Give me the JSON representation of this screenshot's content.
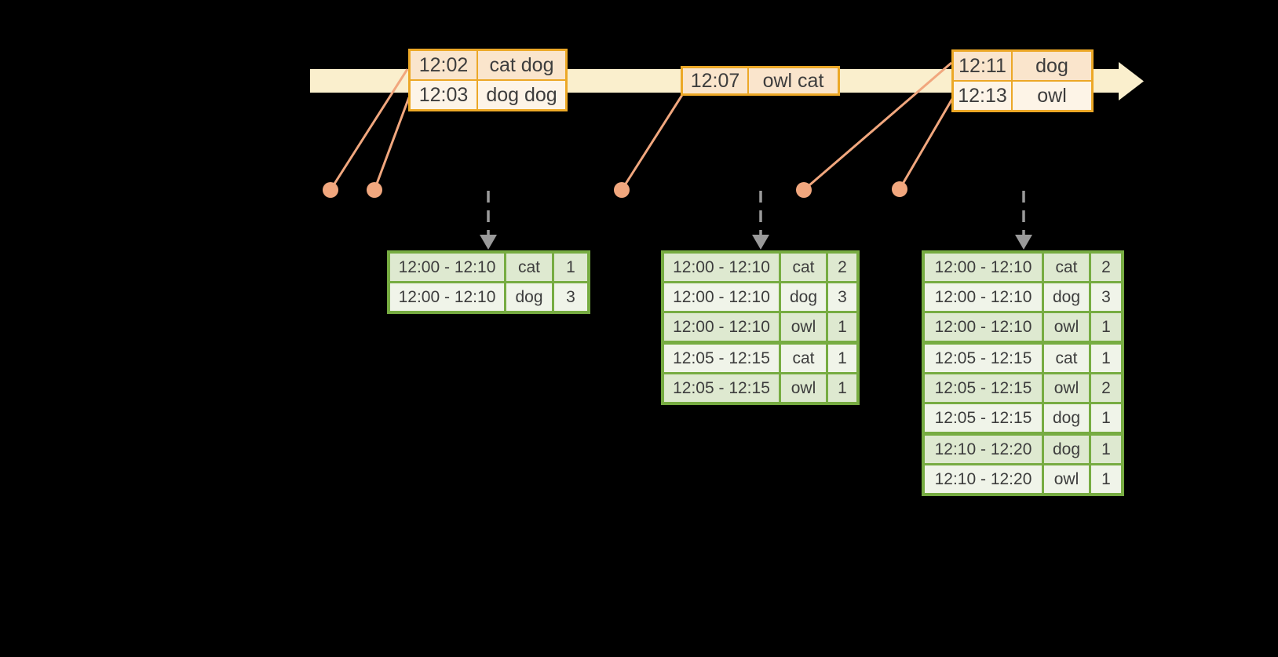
{
  "background": "#000000",
  "colors": {
    "timeline_band": "#FAEFCD",
    "event_table_border": "#ECA827",
    "event_row_fill_dark": "#FAE5CC",
    "event_row_fill_light": "#FDF4E7",
    "result_table_border": "#77AC42",
    "result_row_fill_dark": "#DEE9D0",
    "result_row_fill_light": "#F0F4E9",
    "connector_dot": "#F1A77E",
    "trigger_arrow": "#9A9A9A",
    "text": "#3D3D3D"
  },
  "event_tables": [
    {
      "rows": [
        {
          "time": "12:02",
          "words": "cat dog"
        },
        {
          "time": "12:03",
          "words": "dog dog"
        }
      ]
    },
    {
      "rows": [
        {
          "time": "12:07",
          "words": "owl cat"
        }
      ]
    },
    {
      "rows": [
        {
          "time": "12:11",
          "words": "dog"
        },
        {
          "time": "12:13",
          "words": "owl"
        }
      ]
    }
  ],
  "result_tables": [
    {
      "rows": [
        {
          "window": "12:00 - 12:10",
          "word": "cat",
          "count": "1"
        },
        {
          "window": "12:00 - 12:10",
          "word": "dog",
          "count": "3"
        }
      ]
    },
    {
      "rows": [
        {
          "window": "12:00 - 12:10",
          "word": "cat",
          "count": "2"
        },
        {
          "window": "12:00 - 12:10",
          "word": "dog",
          "count": "3"
        },
        {
          "window": "12:00 - 12:10",
          "word": "owl",
          "count": "1"
        },
        {
          "window": "12:05 - 12:15",
          "word": "cat",
          "count": "1"
        },
        {
          "window": "12:05 - 12:15",
          "word": "owl",
          "count": "1"
        }
      ]
    },
    {
      "rows": [
        {
          "window": "12:00 - 12:10",
          "word": "cat",
          "count": "2"
        },
        {
          "window": "12:00 - 12:10",
          "word": "dog",
          "count": "3"
        },
        {
          "window": "12:00 - 12:10",
          "word": "owl",
          "count": "1"
        },
        {
          "window": "12:05 - 12:15",
          "word": "cat",
          "count": "1"
        },
        {
          "window": "12:05 - 12:15",
          "word": "owl",
          "count": "2"
        },
        {
          "window": "12:05 - 12:15",
          "word": "dog",
          "count": "1"
        },
        {
          "window": "12:10 - 12:20",
          "word": "dog",
          "count": "1"
        },
        {
          "window": "12:10 - 12:20",
          "word": "owl",
          "count": "1"
        }
      ]
    }
  ]
}
